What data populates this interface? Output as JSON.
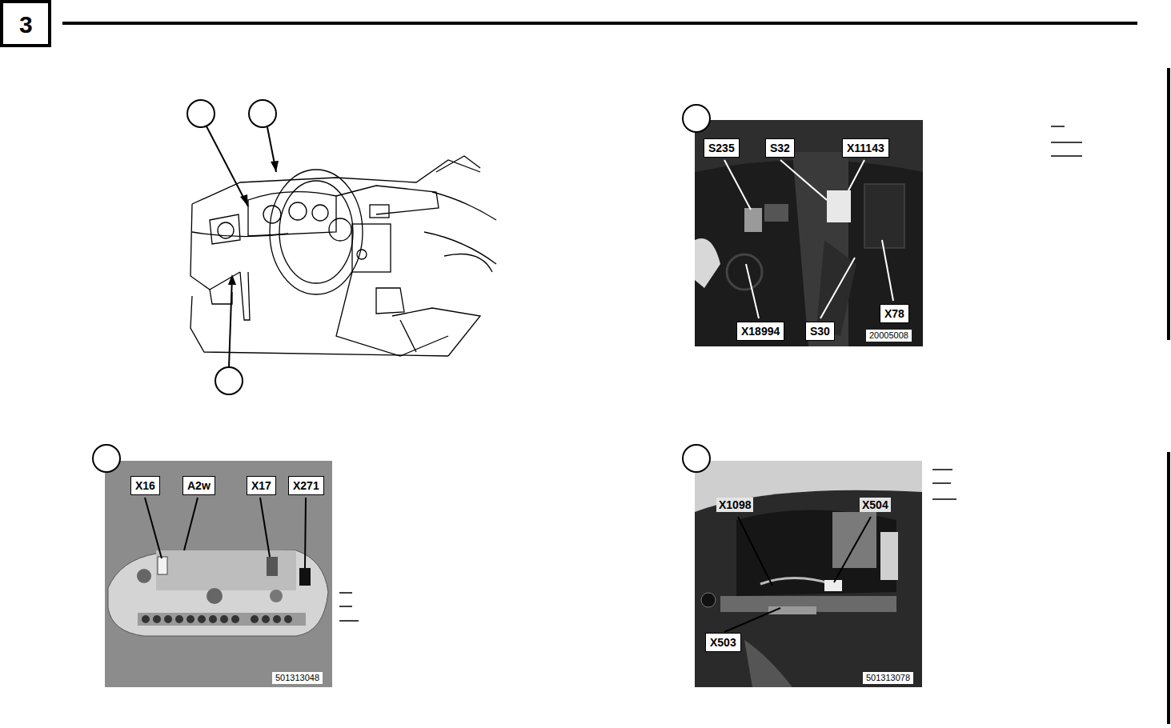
{
  "diagram": {
    "labels": [
      "3",
      "S235",
      "S32",
      "X11143",
      "X18994",
      "S30",
      "X78",
      "20005008",
      "X16",
      "A2w",
      "X17",
      "X271",
      "501313048",
      "X1098",
      "X504",
      "X503",
      "501313078"
    ]
  }
}
